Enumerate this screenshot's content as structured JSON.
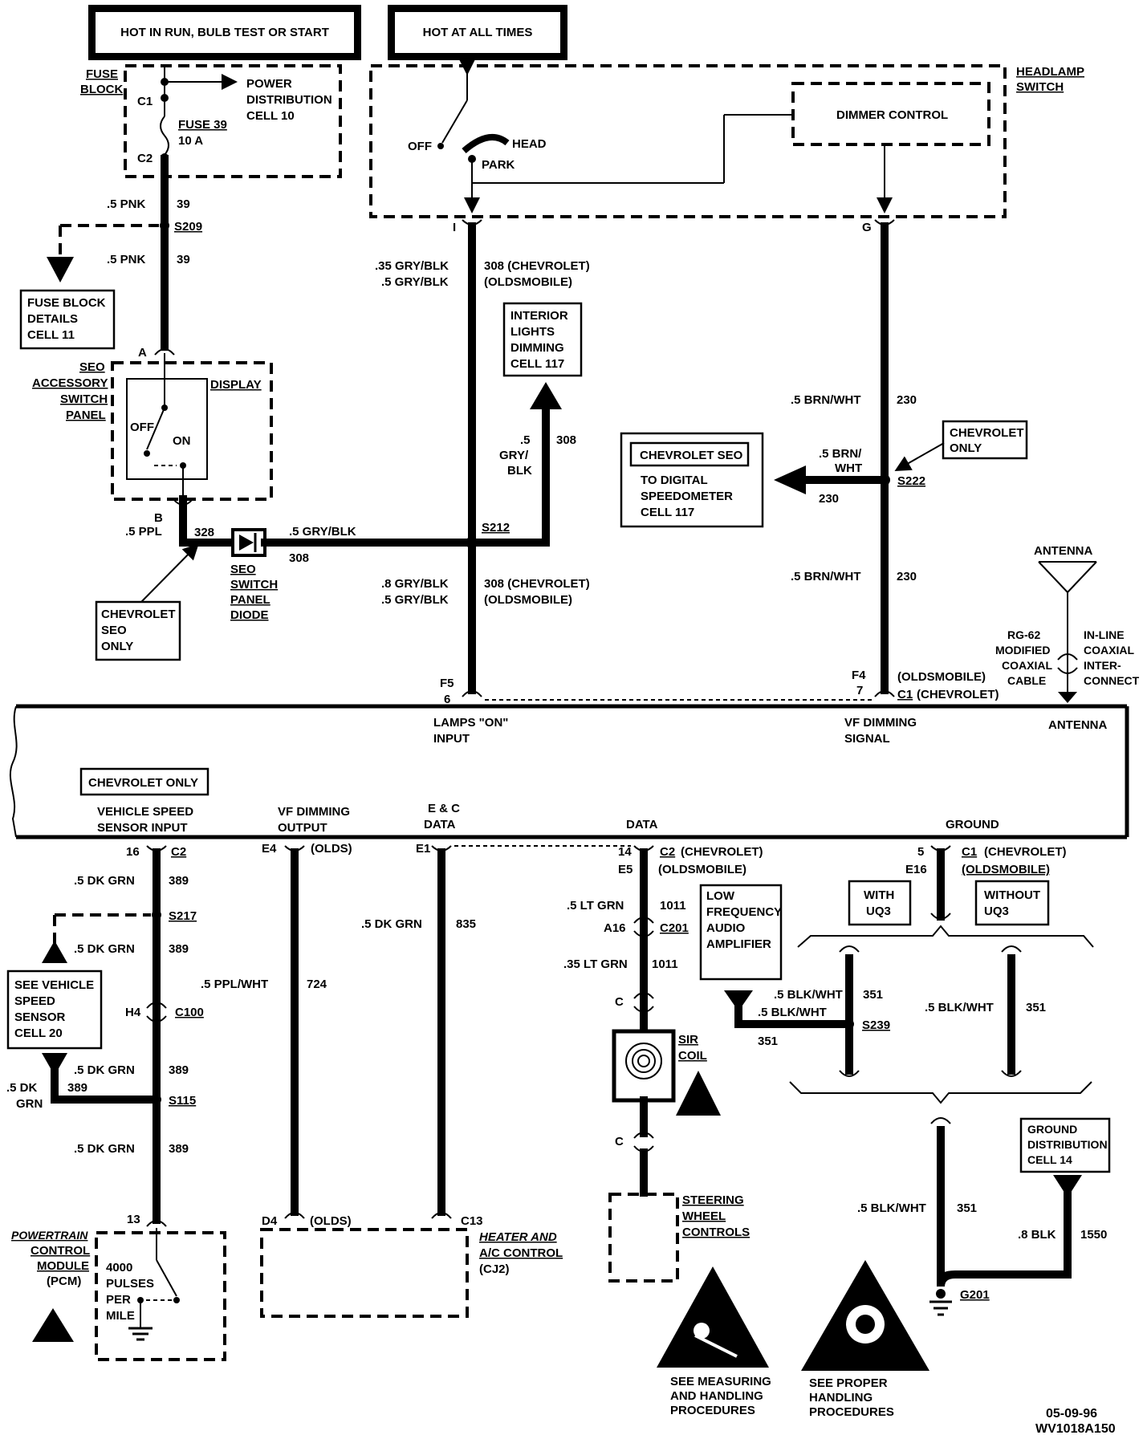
{
  "headers": {
    "run": "HOT IN RUN, BULB TEST OR START",
    "always": "HOT AT ALL TIMES"
  },
  "fuse": {
    "block1": "FUSE",
    "block2": "BLOCK",
    "c1": "C1",
    "c2": "C2",
    "fuse1": "FUSE 39",
    "fuse2": "10 A",
    "pd1": "POWER",
    "pd2": "DISTRIBUTION",
    "pd3": "CELL 10"
  },
  "headlamp": {
    "t1": "HEADLAMP",
    "t2": "SWITCH",
    "dimmer": "DIMMER CONTROL",
    "off": "OFF",
    "head": "HEAD",
    "park": "PARK",
    "pin_i": "I",
    "pin_g": "G"
  },
  "left_top": {
    "w1a": ".5 PNK",
    "w1b": "39",
    "s209": "S209",
    "w2a": ".5 PNK",
    "w2b": "39",
    "fb1": "FUSE BLOCK",
    "fb2": "DETAILS",
    "fb3": "CELL 11"
  },
  "seo_panel": {
    "l1": "SEO",
    "l2": "ACCESSORY",
    "l3": "SWITCH",
    "l4": "PANEL",
    "display": "DISPLAY",
    "off": "OFF",
    "on": "ON",
    "pin_a": "A",
    "pin_b": "B"
  },
  "diode_row": {
    "w1": ".5 PPL",
    "c1": "328",
    "w2": ".5 GRY/BLK",
    "c2": "308",
    "s212": "S212",
    "d1": "SEO",
    "d2": "SWITCH",
    "d3": "PANEL",
    "d4": "DIODE",
    "n1": "CHEVROLET",
    "n2": "SEO",
    "n3": "ONLY"
  },
  "mid_wire": {
    "a1": ".35 GRY/BLK",
    "b1": "308 (CHEVROLET)",
    "a2": ".5 GRY/BLK",
    "b2": "(OLDSMOBILE)",
    "a3": ".8 GRY/BLK",
    "b3": "308 (CHEVROLET)",
    "a4": ".5 GRY/BLK",
    "b4": "(OLDSMOBILE)",
    "il1": "INTERIOR",
    "il2": "LIGHTS",
    "il3": "DIMMING",
    "il4": "CELL 117",
    "g1": ".5",
    "g2": "GRY/",
    "g3": "BLK",
    "g4": "308",
    "f5": "F5",
    "six": "6"
  },
  "right_wire": {
    "w1a": ".5 BRN/WHT",
    "w1b": "230",
    "w2a": ".5 BRN/",
    "w2b": "WHT",
    "w2c": "230",
    "s222": "S222",
    "w3a": ".5 BRN/WHT",
    "w3b": "230",
    "co1": "CHEVROLET",
    "co2": "ONLY",
    "seo": "CHEVROLET SEO",
    "sp1": "TO DIGITAL",
    "sp2": "SPEEDOMETER",
    "sp3": "CELL 117",
    "f4": "F4",
    "seven": "7",
    "olds": "(OLDSMOBILE)",
    "c1": "C1",
    "chev": "(CHEVROLET)"
  },
  "antenna": {
    "t": "ANTENNA",
    "rg1": "RG-62",
    "rg2": "MODIFIED",
    "rg3": "COAXIAL",
    "rg4": "CABLE",
    "in1": "IN-LINE",
    "in2": "COAXIAL",
    "in3": "INTER-",
    "in4": "CONNECT"
  },
  "module": {
    "lamps1": "LAMPS \"ON\"",
    "lamps2": "INPUT",
    "vf1": "VF DIMMING",
    "vf2": "SIGNAL",
    "ant": "ANTENNA",
    "chev_only": "CHEVROLET ONLY",
    "vss1": "VEHICLE SPEED",
    "vss2": "SENSOR INPUT",
    "vfo1": "VF DIMMING",
    "vfo2": "OUTPUT",
    "ec1": "E & C",
    "ec2": "DATA",
    "data": "DATA",
    "ground": "GROUND"
  },
  "vss": {
    "p16": "16",
    "c2": "C2",
    "w1a": ".5 DK GRN",
    "w1b": "389",
    "s217": "S217",
    "w2a": ".5 DK GRN",
    "w2b": "389",
    "h4": "H4",
    "c100": "C100",
    "w3a": ".5 DK GRN",
    "w3b": "389",
    "s115": "S115",
    "w4a": ".5 DK GRN",
    "w4b": "389",
    "s1": "SEE VEHICLE",
    "s2": "SPEED",
    "s3": "SENSOR",
    "s4": "CELL 20",
    "dk1": ".5 DK",
    "dk2": "GRN",
    "dk3": "389",
    "p13": "13",
    "pcm1": "POWERTRAIN",
    "pcm2": "CONTROL",
    "pcm3": "MODULE",
    "pcm4": "(PCM)",
    "pu1": "4000",
    "pu2": "PULSES",
    "pu3": "PER",
    "pu4": "MILE"
  },
  "vfo": {
    "e4": "E4",
    "olds": "(OLDS)",
    "wa": ".5 PPL/WHT",
    "wb": "724",
    "d4": "D4",
    "olds2": "(OLDS)"
  },
  "ecd": {
    "e1": "E1",
    "wa": ".5 DK GRN",
    "wb": "835",
    "c13": "C13",
    "h1": "HEATER AND",
    "h2": "A/C CONTROL",
    "h3": "(CJ2)"
  },
  "data_w": {
    "p14": "14",
    "c2": "C2",
    "chev": "(CHEVROLET)",
    "e5": "E5",
    "olds": "(OLDSMOBILE)",
    "w1a": ".5 LT GRN",
    "w1b": "1011",
    "a16": "A16",
    "c201": "C201",
    "w2a": ".35 LT GRN",
    "w2b": "1011",
    "cA": "C",
    "cB": "C",
    "sir1": "SIR",
    "sir2": "COIL",
    "lf1": "LOW",
    "lf2": "FREQUENCY",
    "lf3": "AUDIO",
    "lf4": "AMPLIFIER",
    "sw1": "STEERING",
    "sw2": "WHEEL",
    "sw3": "CONTROLS"
  },
  "gnd": {
    "p5": "5",
    "c1": "C1",
    "chev": "(CHEVROLET)",
    "e16": "E16",
    "olds": "(OLDSMOBILE)",
    "with1": "WITH",
    "with2": "UQ3",
    "wo1": "WITHOUT",
    "wo2": "UQ3",
    "wa1": ".5 BLK/WHT",
    "wa2": "351",
    "wb1": ".5 BLK/WHT",
    "wc": "351",
    "s239": "S239",
    "wr1": ".5 BLK/WHT",
    "wr2": "351",
    "wd1": ".5 BLK/WHT",
    "wd2": "351",
    "gd1": "GROUND",
    "gd2": "DISTRIBUTION",
    "gd3": "CELL 14",
    "bk1": ".8 BLK",
    "bk2": "1550",
    "g201": "G201"
  },
  "warn": {
    "m1": "SEE MEASURING",
    "m2": "AND HANDLING",
    "m3": "PROCEDURES",
    "p1": "SEE PROPER",
    "p2": "HANDLING",
    "p3": "PROCEDURES"
  },
  "footer": {
    "date": "05-09-96",
    "code": "WV1018A150"
  }
}
